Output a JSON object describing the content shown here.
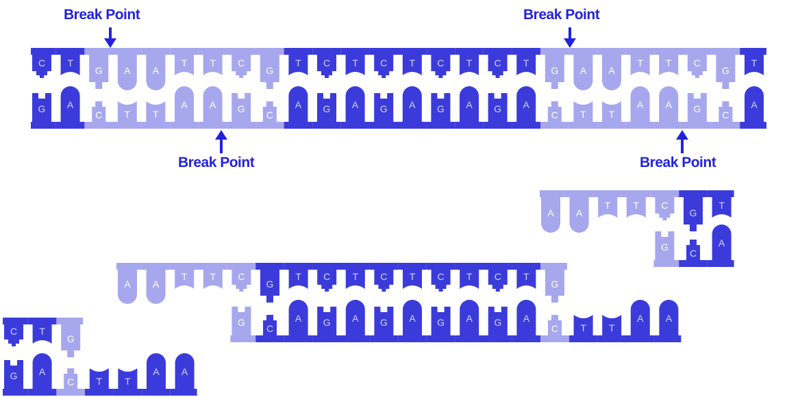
{
  "colors": {
    "dark": "#3b3bdb",
    "light": "#a7a7ee",
    "text_on_dark": "#d4d4ff",
    "text_on_light": "#ffffff",
    "label": "#2222dd"
  },
  "break_point_label": "Break Point",
  "break_points": [
    {
      "id": "bp1",
      "label": "Break Point",
      "arrow": "down"
    },
    {
      "id": "bp2",
      "label": "Break Point",
      "arrow": "down"
    },
    {
      "id": "bp3",
      "label": "Break Point",
      "arrow": "up"
    },
    {
      "id": "bp4",
      "label": "Break Point",
      "arrow": "up"
    }
  ],
  "molecules": [
    {
      "id": "original-dna",
      "top_strand": [
        "C",
        "T",
        "G",
        "A",
        "A",
        "T",
        "T",
        "C",
        "G",
        "T",
        "C",
        "T",
        "C",
        "T",
        "C",
        "T",
        "C",
        "T",
        "G",
        "A",
        "A",
        "T",
        "T",
        "C",
        "G",
        "T"
      ],
      "bottom_strand": [
        "G",
        "A",
        "C",
        "T",
        "T",
        "A",
        "A",
        "G",
        "C",
        "A",
        "G",
        "A",
        "G",
        "A",
        "G",
        "A",
        "G",
        "A",
        "C",
        "T",
        "T",
        "A",
        "A",
        "G",
        "C",
        "A"
      ]
    },
    {
      "id": "right-fragment",
      "top_strand": [
        "A",
        "A",
        "T",
        "T",
        "C",
        "G",
        "T"
      ],
      "bottom_strand": [
        "G",
        "C",
        "A"
      ]
    },
    {
      "id": "middle-fragment",
      "top_strand": [
        "A",
        "A",
        "T",
        "T",
        "C",
        "G",
        "T",
        "C",
        "T",
        "C",
        "T",
        "C",
        "T",
        "C",
        "T",
        "G"
      ],
      "bottom_strand": [
        "G",
        "C",
        "A",
        "G",
        "A",
        "G",
        "A",
        "G",
        "A",
        "G",
        "A",
        "C",
        "T",
        "T",
        "A",
        "A"
      ]
    },
    {
      "id": "left-fragment",
      "top_strand": [
        "C",
        "T",
        "G"
      ],
      "bottom_strand": [
        "G",
        "A",
        "C",
        "T",
        "T",
        "A",
        "A"
      ]
    }
  ]
}
